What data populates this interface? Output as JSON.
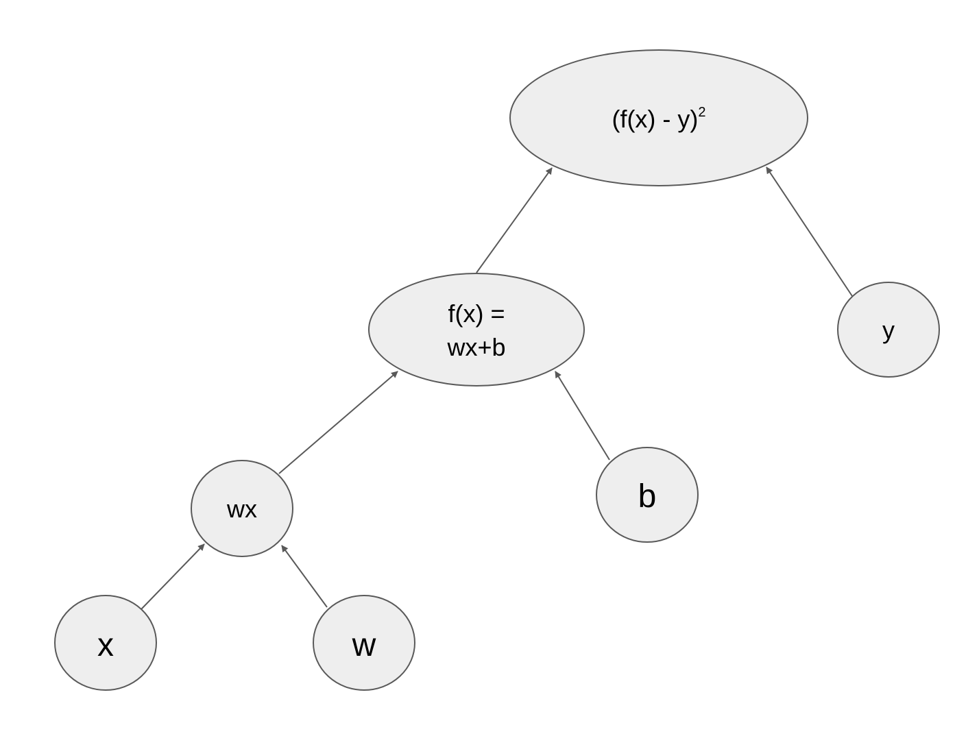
{
  "colors": {
    "node_fill": "#eeeeee",
    "node_stroke": "#595959",
    "edge": "#595959",
    "text": "#000000"
  },
  "nodes": {
    "loss": {
      "base": "(f(x) - y)",
      "sup": "2"
    },
    "fx": {
      "line1": "f(x) =",
      "line2": "wx+b"
    },
    "y": {
      "label": "y"
    },
    "wx": {
      "label": "wx"
    },
    "b": {
      "label": "b"
    },
    "x": {
      "label": "x"
    },
    "w": {
      "label": "w"
    }
  },
  "edges": [
    {
      "from": "x",
      "to": "wx"
    },
    {
      "from": "w",
      "to": "wx"
    },
    {
      "from": "wx",
      "to": "fx"
    },
    {
      "from": "b",
      "to": "fx"
    },
    {
      "from": "fx",
      "to": "loss"
    },
    {
      "from": "y",
      "to": "loss"
    }
  ]
}
